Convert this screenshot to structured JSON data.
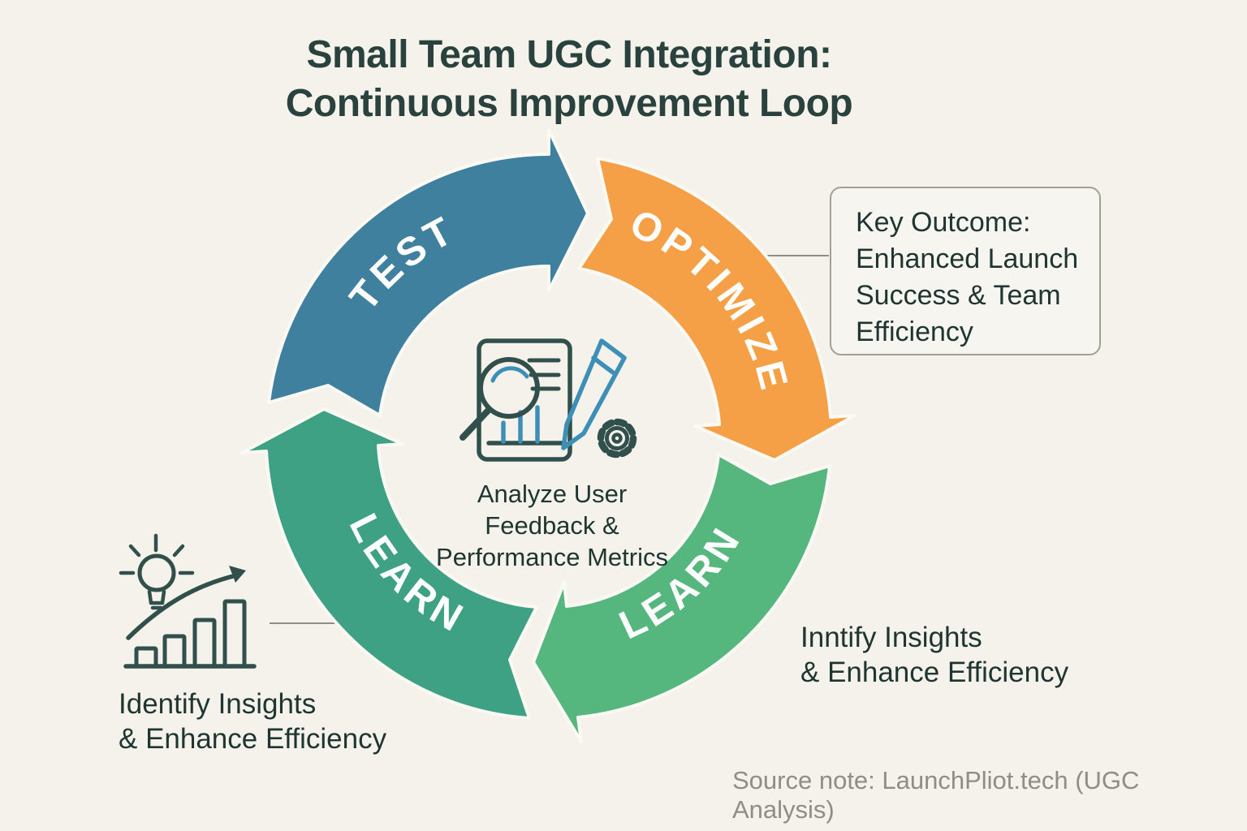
{
  "title": {
    "line1": "Small Team UGC Integration:",
    "line2": "Continuous Improvement Loop"
  },
  "cycle": {
    "segments": [
      {
        "id": "test",
        "label": "TEST",
        "color": "#40809F"
      },
      {
        "id": "optimize",
        "label": "OPTIMIZE",
        "color": "#F5A046"
      },
      {
        "id": "learn-right",
        "label": "LEARN",
        "color": "#55B77E"
      },
      {
        "id": "learn-left",
        "label": "LEARN",
        "color": "#3FA183"
      }
    ],
    "center_icon": "document-analysis-icon (document, magnifier, bar-chart, pencil, gear)",
    "center_caption": {
      "line1": "Analyze User",
      "line2": "Feedback &",
      "line3": "Performance Metrics"
    }
  },
  "callout": {
    "lines": [
      "Key Outcome:",
      "Enhanced Launch",
      "Success & Team",
      "Efficiency"
    ]
  },
  "left_note": {
    "icon": "lightbulb-growth-chart-icon",
    "line1": "Identify Insights",
    "line2": "& Enhance Efficiency"
  },
  "right_note": {
    "line1": "Inntify Insights",
    "line2": "& Enhance Efficiency"
  },
  "source_note": "Source note: LaunchPliot.tech (UGC Analysis)",
  "colors": {
    "background": "#F4F2EB",
    "ink": "#2A423E",
    "muted": "#8E8D86",
    "icon_dark": "#31504C",
    "icon_blue": "#3E8FB8"
  }
}
